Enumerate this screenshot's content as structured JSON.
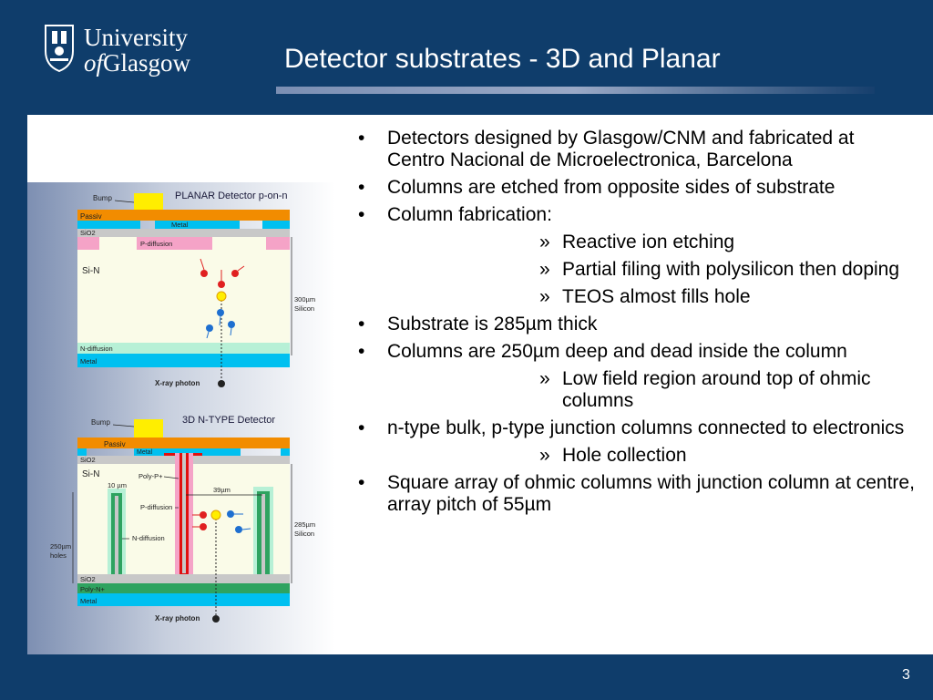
{
  "header": {
    "logo_line1": "University",
    "logo_line2_of": "of",
    "logo_line2_name": "Glasgow",
    "title": "Detector substrates  - 3D and Planar"
  },
  "diagram_planar": {
    "title": "PLANAR Detector p-on-n",
    "bump": "Bump",
    "passiv": "Passiv",
    "metal_top": "Metal",
    "sio2": "SiO2",
    "pdiff": "P-diffusion",
    "sin": "Si-N",
    "thickness": "300µm",
    "silicon": "Silicon",
    "ndiff": "N-diffusion",
    "metal_bottom": "Metal",
    "xray": "X-ray photon"
  },
  "diagram_3d": {
    "title": "3D N-TYPE Detector",
    "bump": "Bump",
    "passiv": "Passiv",
    "metal_top": "Metal",
    "sio2_top": "SiO2",
    "sin": "Si-N",
    "poly_p": "Poly-P+",
    "ten_um": "10 µm",
    "pitch": "39µm",
    "pdiff": "P-diffusion",
    "ndiff": "N-diffusion",
    "holes_depth": "250µm",
    "holes": "holes",
    "thickness": "285µm",
    "silicon": "Silicon",
    "sio2_bottom": "SiO2",
    "poly_n": "Poly-N+",
    "metal_bottom": "Metal",
    "xray": "X-ray photon"
  },
  "bullets": [
    {
      "level": 1,
      "text": "Detectors designed by Glasgow/CNM  and fabricated at Centro Nacional de Microelectronica, Barcelona"
    },
    {
      "level": 1,
      "text": "Columns are etched from opposite sides of substrate"
    },
    {
      "level": 1,
      "text": "Column fabrication:"
    },
    {
      "level": 2,
      "text": "Reactive ion etching"
    },
    {
      "level": 2,
      "text": "Partial filing with polysilicon then doping"
    },
    {
      "level": 2,
      "text": "TEOS almost fills hole"
    },
    {
      "level": 1,
      "text": "Substrate is 285µm thick"
    },
    {
      "level": 1,
      "text": "Columns are 250µm deep and dead inside the column"
    },
    {
      "level": 2,
      "text": "Low field region around top of ohmic columns"
    },
    {
      "level": 1,
      "text": "n-type bulk, p-type junction columns connected to electronics"
    },
    {
      "level": 2,
      "text": "Hole collection"
    },
    {
      "level": 1,
      "text": "Square array of ohmic columns with junction column at centre, array pitch of 55µm"
    }
  ],
  "page_number": "3",
  "colors": {
    "background": "#0f3d6b",
    "passiv": "#f28c00",
    "metal": "#00c0f0",
    "bump": "#ffee00",
    "pdiff": "#f5a3c7",
    "ndiff": "#b7f0d6",
    "bulk": "#fafbe8",
    "poly_n": "#2ea360"
  }
}
